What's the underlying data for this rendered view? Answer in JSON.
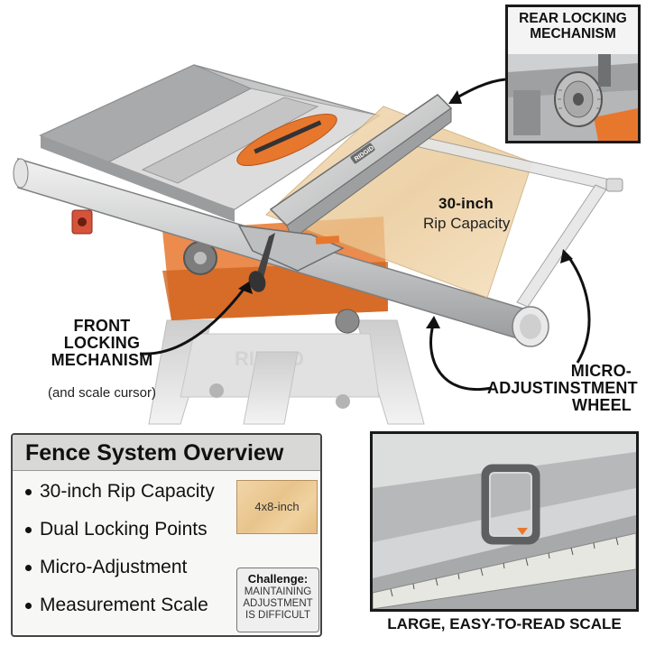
{
  "callouts": {
    "rear_locking": {
      "line1": "REAR LOCKING",
      "line2": "MECHANISM"
    },
    "rip_capacity": {
      "title": "30-inch",
      "subtitle": "Rip Capacity"
    },
    "front_locking": {
      "line1": "FRONT",
      "line2": "LOCKING",
      "line3": "MECHANISM",
      "subtitle": "(and scale cursor)"
    },
    "micro_wheel": {
      "line1": "MICRO-",
      "line2": "ADJUSTINSTMENT",
      "line3": "WHEEL"
    },
    "scale": {
      "label": "LARGE, EASY-TO-READ SCALE"
    }
  },
  "overview": {
    "title": "Fence System Overview",
    "items": [
      "30-inch Rip Capacity",
      "Dual Locking Points",
      "Micro-Adjustment",
      "Measurement Scale"
    ],
    "sample_label": "4x8-inch",
    "challenge": {
      "heading": "Challenge:",
      "line1": "MAINTAINING",
      "line2": "ADJUSTMENT",
      "line3": "IS DIFFICULT"
    }
  },
  "saw": {
    "brand_on_fence": "RIDGID",
    "brand_on_body": "RIDGID"
  },
  "colors": {
    "accent_orange": "#e8772e",
    "steel": "#c9cbcc",
    "plywood": "#ecc996",
    "outline": "#1a1a1a"
  }
}
